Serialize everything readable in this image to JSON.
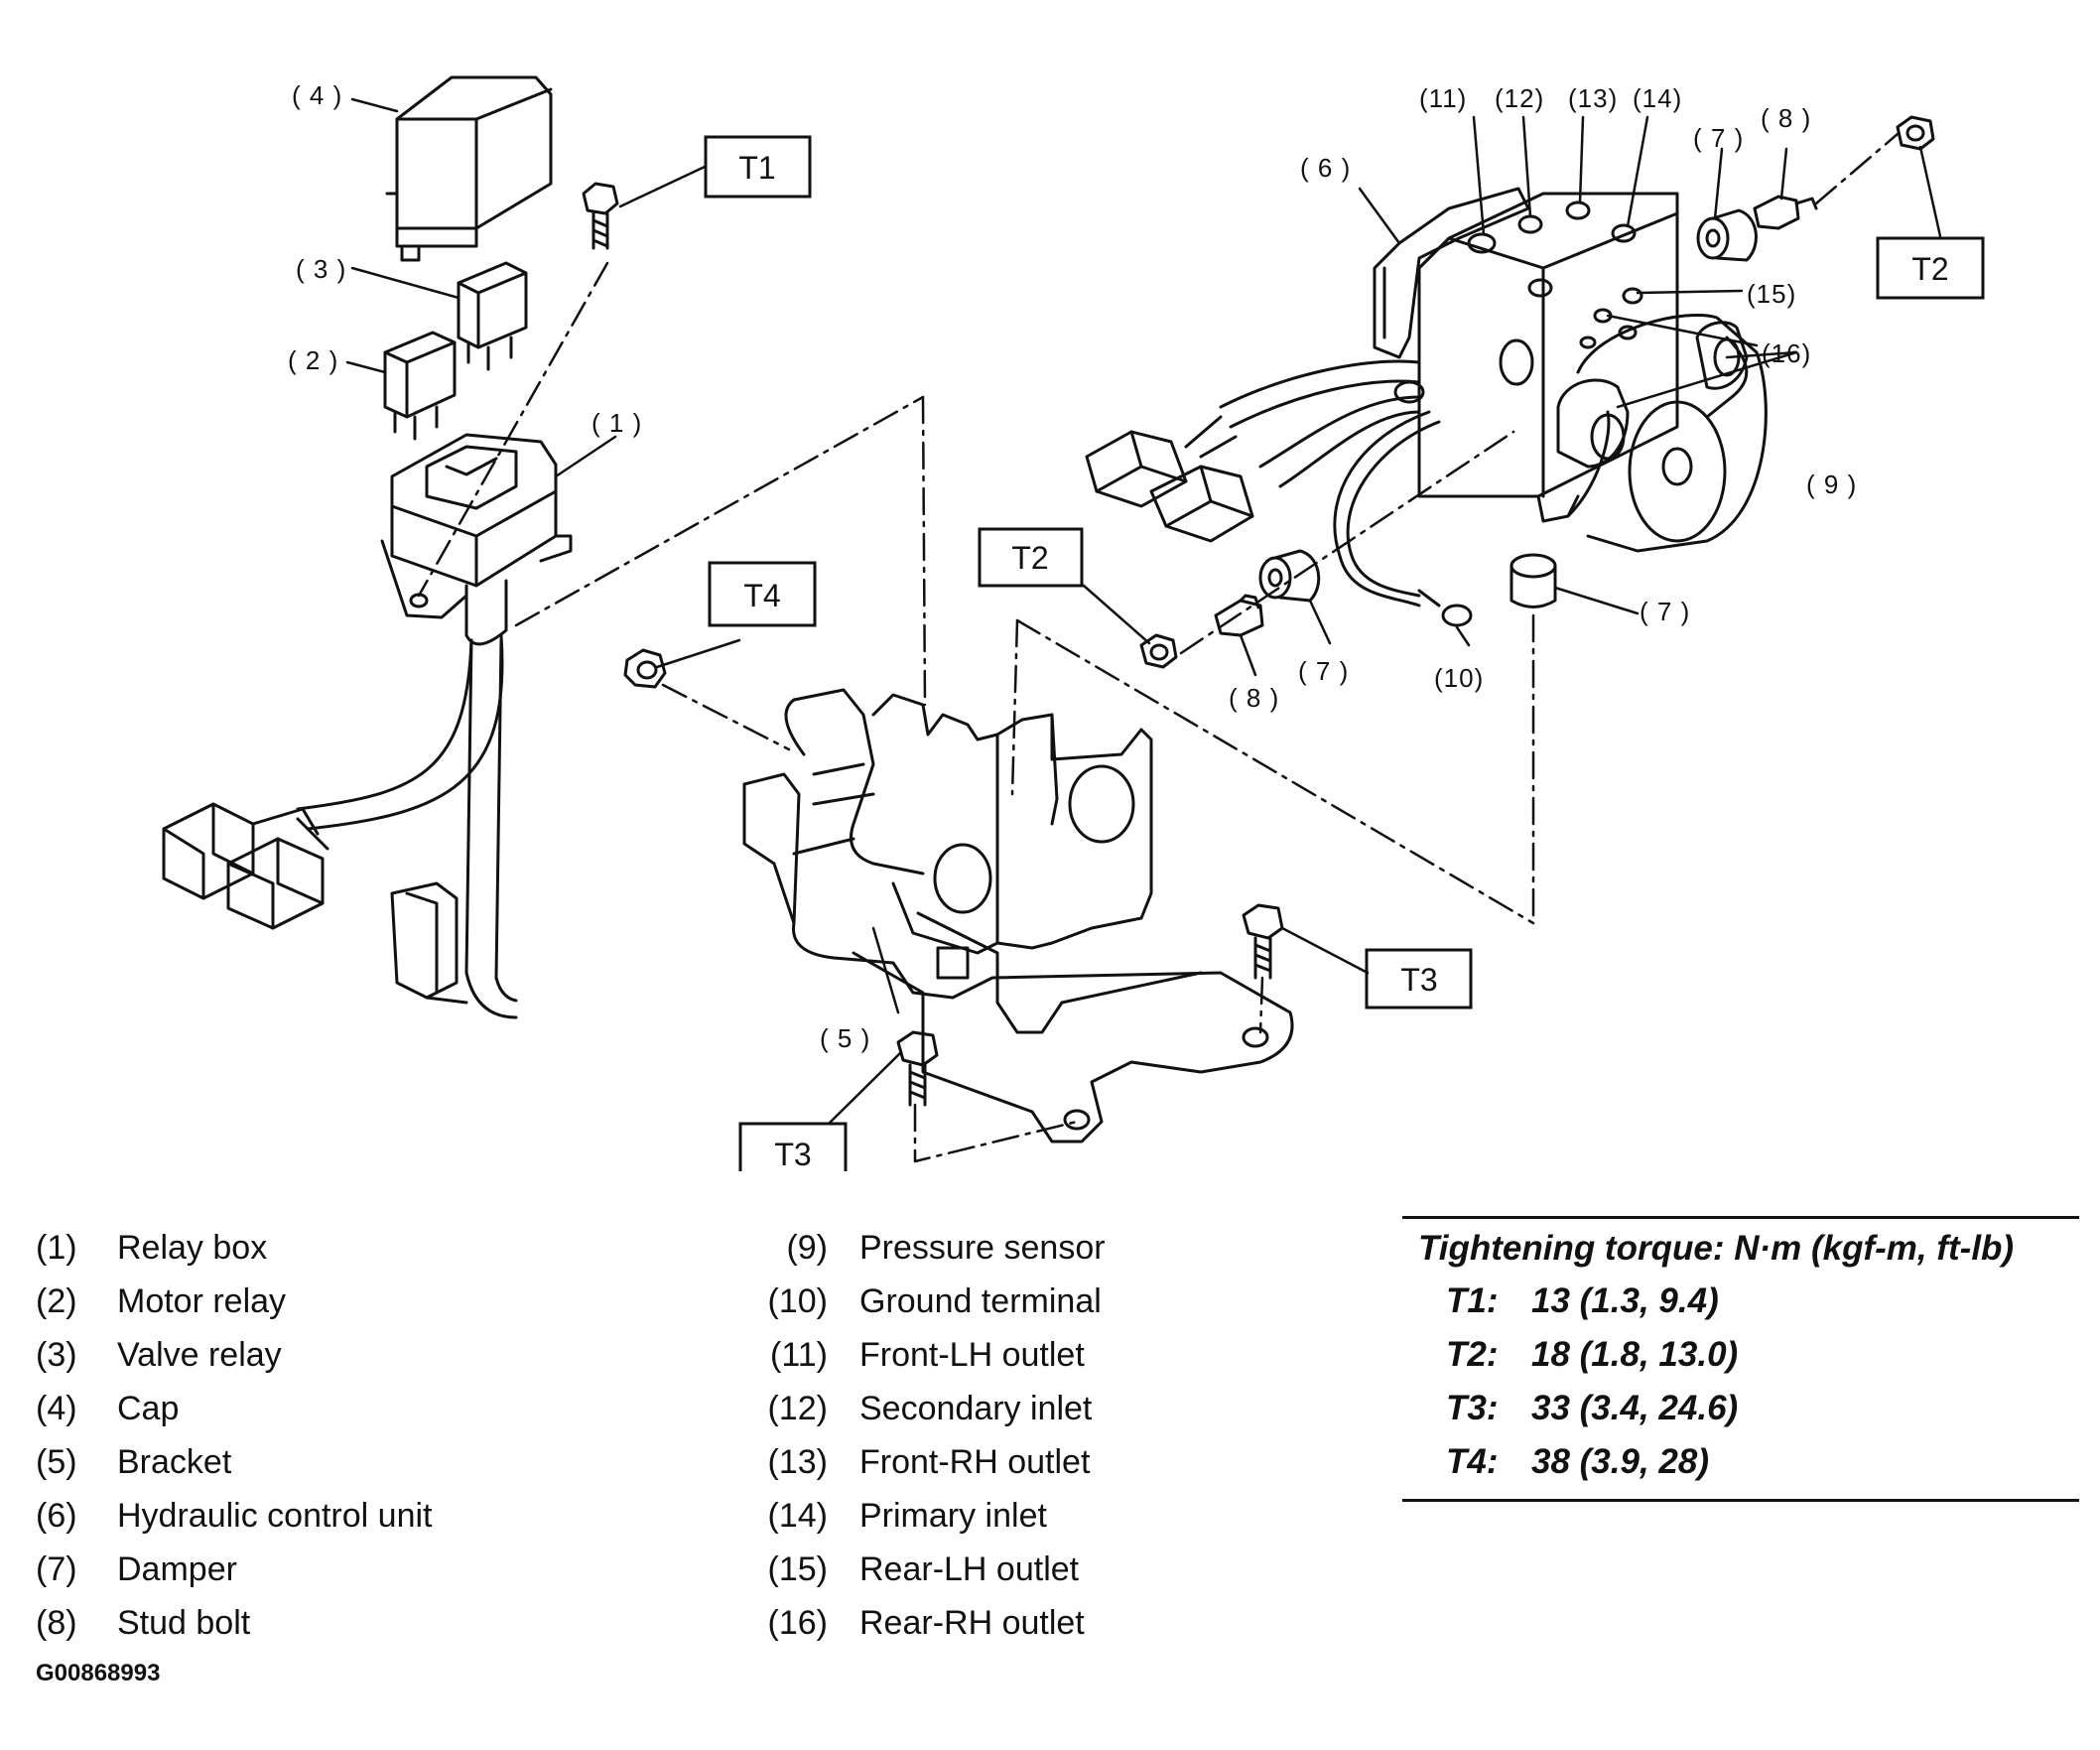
{
  "callouts": {
    "n1": "( 1 )",
    "n2": "( 2 )",
    "n3": "( 3 )",
    "n4": "( 4 )",
    "n5": "( 5 )",
    "n6": "( 6 )",
    "n7a": "( 7 )",
    "n7b": "( 7 )",
    "n7c": "( 7 )",
    "n8a": "( 8 )",
    "n8b": "( 8 )",
    "n9": "( 9 )",
    "n10": "(10)",
    "n11": "(11)",
    "n12": "(12)",
    "n13": "(13)",
    "n14": "(14)",
    "n15": "(15)",
    "n16": "(16)"
  },
  "torque_tags": {
    "t1": "T1",
    "t2a": "T2",
    "t2b": "T2",
    "t3a": "T3",
    "t3b": "T3",
    "t4": "T4"
  },
  "legend": [
    {
      "num": "(1)",
      "label": "Relay box"
    },
    {
      "num": "(2)",
      "label": "Motor relay"
    },
    {
      "num": "(3)",
      "label": "Valve relay"
    },
    {
      "num": "(4)",
      "label": "Cap"
    },
    {
      "num": "(5)",
      "label": "Bracket"
    },
    {
      "num": "(6)",
      "label": "Hydraulic control unit"
    },
    {
      "num": "(7)",
      "label": "Damper"
    },
    {
      "num": "(8)",
      "label": "Stud bolt"
    },
    {
      "num": "(9)",
      "label": "Pressure sensor"
    },
    {
      "num": "(10)",
      "label": "Ground terminal"
    },
    {
      "num": "(11)",
      "label": "Front-LH outlet"
    },
    {
      "num": "(12)",
      "label": "Secondary inlet"
    },
    {
      "num": "(13)",
      "label": "Front-RH outlet"
    },
    {
      "num": "(14)",
      "label": "Primary inlet"
    },
    {
      "num": "(15)",
      "label": "Rear-LH outlet"
    },
    {
      "num": "(16)",
      "label": "Rear-RH outlet"
    }
  ],
  "torque_table": {
    "title": "Tightening torque: N·m (kgf-m, ft-lb)",
    "rows": [
      {
        "key": "T1:",
        "value": "13 (1.3, 9.4)"
      },
      {
        "key": "T2:",
        "value": "18 (1.8, 13.0)"
      },
      {
        "key": "T3:",
        "value": "33 (3.4, 24.6)"
      },
      {
        "key": "T4:",
        "value": "38 (3.9, 28)"
      }
    ]
  },
  "figure_code": "G00868993"
}
